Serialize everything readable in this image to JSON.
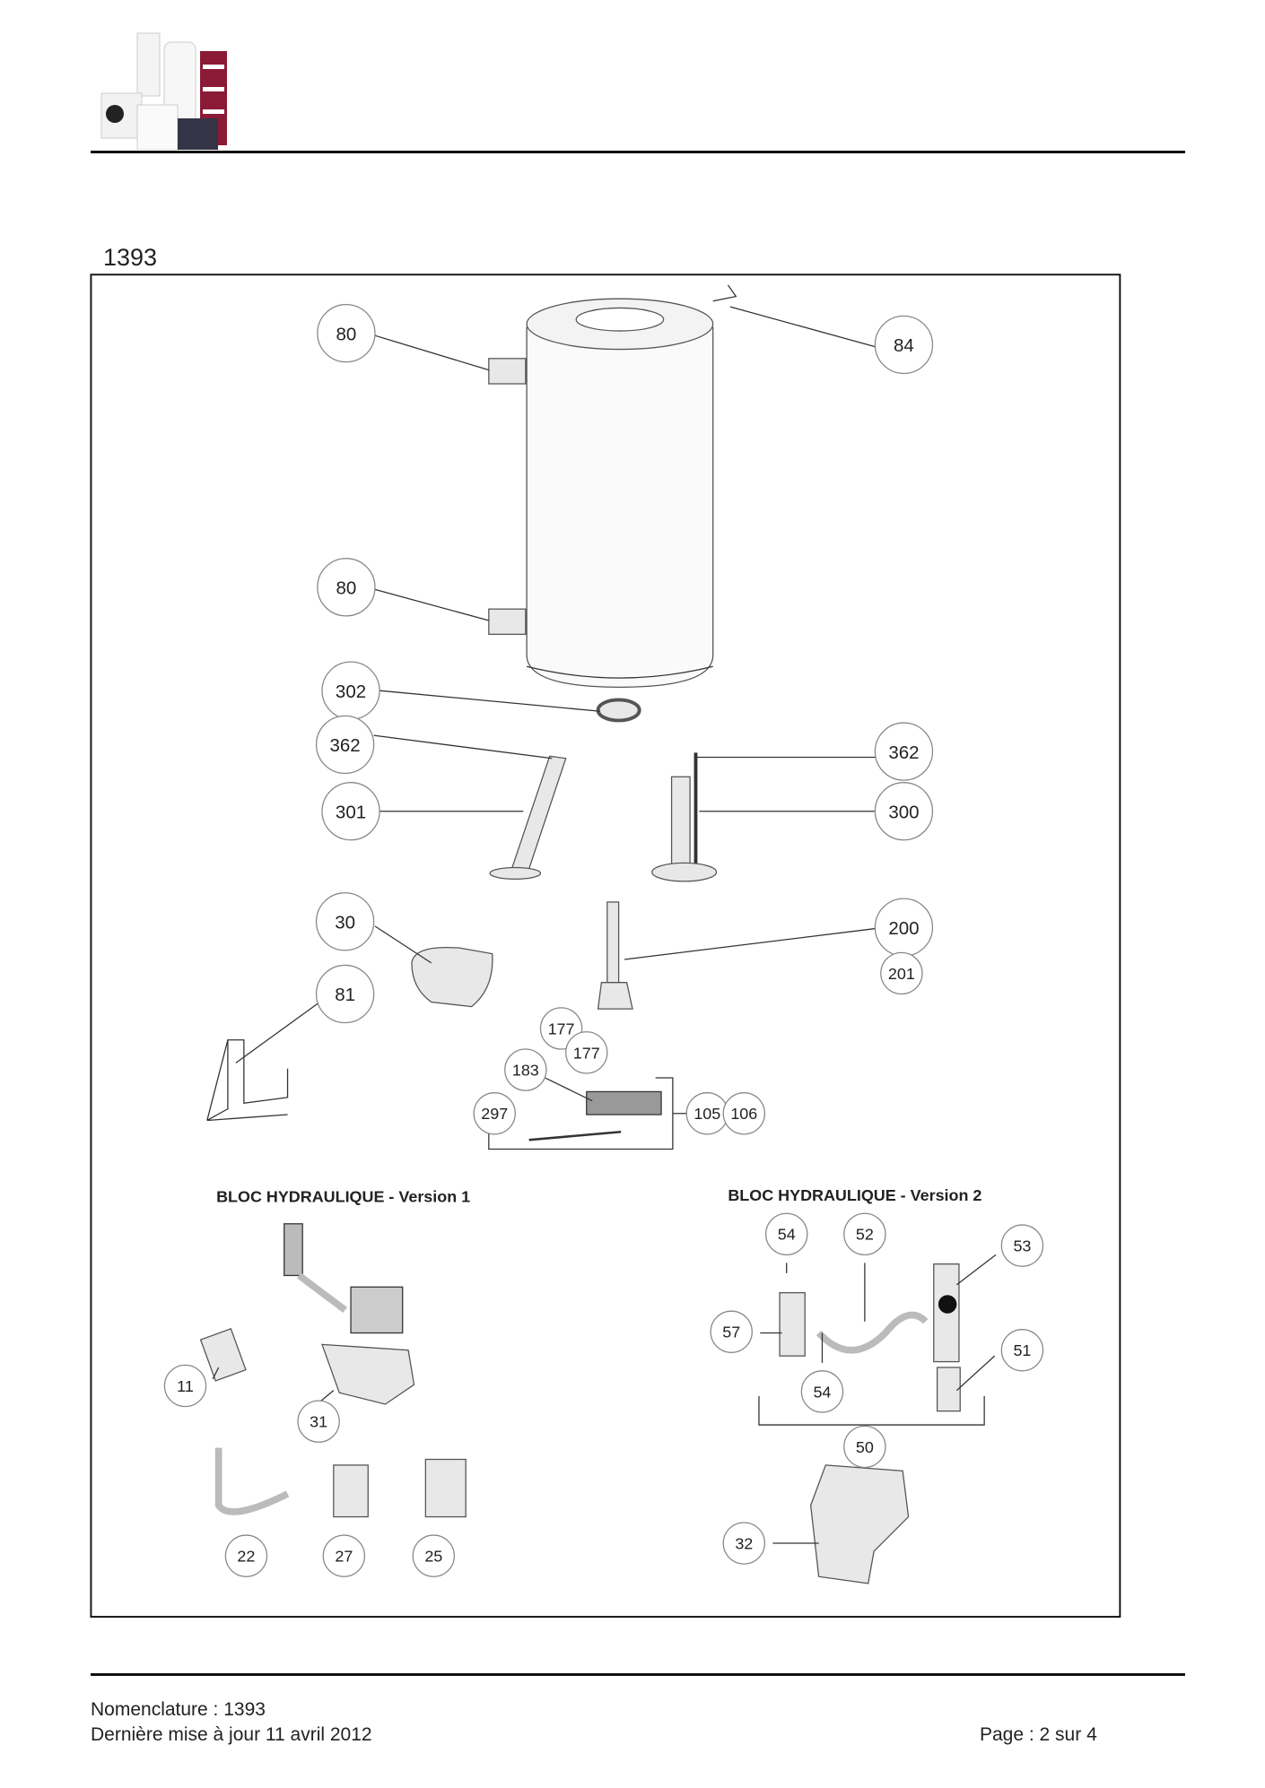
{
  "header": {
    "logo_alt": "product range logo"
  },
  "document": {
    "number": "1393"
  },
  "diagram": {
    "callouts": [
      "80",
      "84",
      "80",
      "302",
      "362",
      "301",
      "362",
      "300",
      "30",
      "200",
      "201",
      "81",
      "177",
      "177",
      "183",
      "297",
      "105",
      "106",
      "11",
      "31",
      "22",
      "27",
      "25",
      "54",
      "52",
      "53",
      "57",
      "51",
      "54",
      "50",
      "32"
    ],
    "section_v1_title": "BLOC HYDRAULIQUE - Version 1",
    "section_v2_title": "BLOC HYDRAULIQUE - Version 2"
  },
  "footer": {
    "nomenclature": "Nomenclature : 1393",
    "updated": "Dernière mise à jour 11 avril 2012",
    "page": "Page : 2 sur 4"
  }
}
